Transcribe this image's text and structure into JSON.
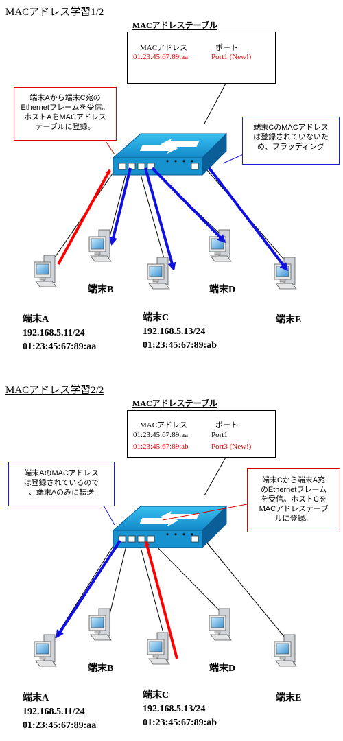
{
  "section1": {
    "title": "MACアドレス学習1/2",
    "table_caption": "MACアドレステーブル",
    "table_header": {
      "mac": "MACアドレス",
      "port": "ポート"
    },
    "table_rows": [
      {
        "mac": "01:23:45:67:89:aa",
        "port": "Port1 (New!)",
        "highlight": true
      }
    ],
    "callout_left": "端末Aから端末C宛の\nEthernetフレームを受信。\nホストAをMACアドレス\nテーブルに登録。",
    "callout_right": "端末CのMACアドレス\nは登録されていないた\nめ、フラッディング",
    "hosts": {
      "a": {
        "name": "端末A",
        "ip": "192.168.5.11/24",
        "mac": "01:23:45:67:89:aa"
      },
      "b": {
        "name": "端末B"
      },
      "c": {
        "name": "端末C",
        "ip": "192.168.5.13/24",
        "mac": "01:23:45:67:89:ab"
      },
      "d": {
        "name": "端末D"
      },
      "e": {
        "name": "端末E"
      }
    }
  },
  "section2": {
    "title": "MACアドレス学習2/2",
    "table_caption": "MACアドレステーブル",
    "table_header": {
      "mac": "MACアドレス",
      "port": "ポート"
    },
    "table_rows": [
      {
        "mac": "01:23:45:67:89:aa",
        "port": "Port1",
        "highlight": false
      },
      {
        "mac": "01:23:45:67:89:ab",
        "port": "Port3 (New!)",
        "highlight": true
      }
    ],
    "callout_left": "端末AのMACアドレス\nは登録されているので\n、端末Aのみに転送",
    "callout_right": "端末Cから端末A宛\nのEthernetフレーム\nを受信。ホストCを\nMACアドレステーブ\nルに登録。",
    "hosts": {
      "a": {
        "name": "端末A",
        "ip": "192.168.5.11/24",
        "mac": "01:23:45:67:89:aa"
      },
      "b": {
        "name": "端末B"
      },
      "c": {
        "name": "端末C",
        "ip": "192.168.5.13/24",
        "mac": "01:23:45:67:89:ab"
      },
      "d": {
        "name": "端末D"
      },
      "e": {
        "name": "端末E"
      }
    }
  },
  "switch_port_dots": "・・・・",
  "colors": {
    "learn_arrow": "#ff0000",
    "forward_arrow": "#1010e0",
    "switch_top": "#1ea0d8",
    "switch_side": "#0a6fb0"
  }
}
